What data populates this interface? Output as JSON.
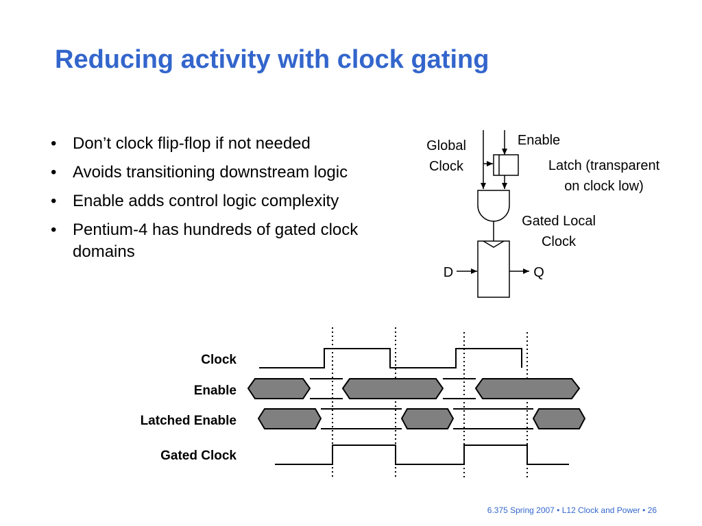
{
  "slide": {
    "title": "Reducing activity with clock gating",
    "footer": "6.375 Spring 2007 • L12 Clock and Power • 26"
  },
  "bullets": [
    {
      "symbol": "•",
      "text": "Don’t clock flip-flop if not needed"
    },
    {
      "symbol": "•",
      "text": "Avoids transitioning downstream logic"
    },
    {
      "symbol": "•",
      "text": "Enable adds control logic complexity"
    },
    {
      "symbol": "•",
      "text": "Pentium-4 has hundreds of gated clock domains"
    }
  ],
  "circuit": {
    "global_clock_line1": "Global",
    "global_clock_line2": "Clock",
    "enable": "Enable",
    "latch_line1": "Latch (transparent",
    "latch_line2": "on clock low)",
    "gated_local_line1": "Gated Local",
    "gated_local_line2": "Clock",
    "d": "D",
    "q": "Q"
  },
  "timing": {
    "labels": [
      "Clock",
      "Enable",
      "Latched Enable",
      "Gated Clock"
    ],
    "colors": {
      "bus_fill": "#808080",
      "stroke": "#000000"
    }
  }
}
